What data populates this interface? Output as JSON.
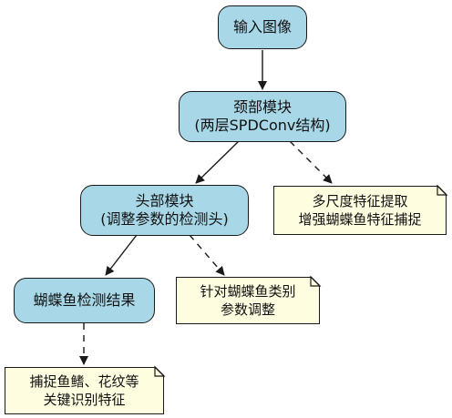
{
  "nodes": {
    "input": {
      "line1": "输入图像"
    },
    "neck": {
      "line1": "颈部模块",
      "line2": "(两层SPDConv结构)"
    },
    "head": {
      "line1": "头部模块",
      "line2": "(调整参数的检测头)"
    },
    "result": {
      "line1": "蝴蝶鱼检测结果"
    }
  },
  "notes": {
    "neck_note": {
      "line1": "多尺度特征提取",
      "line2": "增强蝴蝶鱼特征捕捉"
    },
    "head_note": {
      "line1": "针对蝴蝶鱼类别",
      "line2": "参数调整"
    },
    "result_note": {
      "line1": "捕捉鱼鳍、花纹等",
      "line2": "关键识别特征"
    }
  },
  "colors": {
    "process_fill": "#a8d8e8",
    "note_fill": "#fffde0",
    "stroke": "#1a1a1a"
  }
}
